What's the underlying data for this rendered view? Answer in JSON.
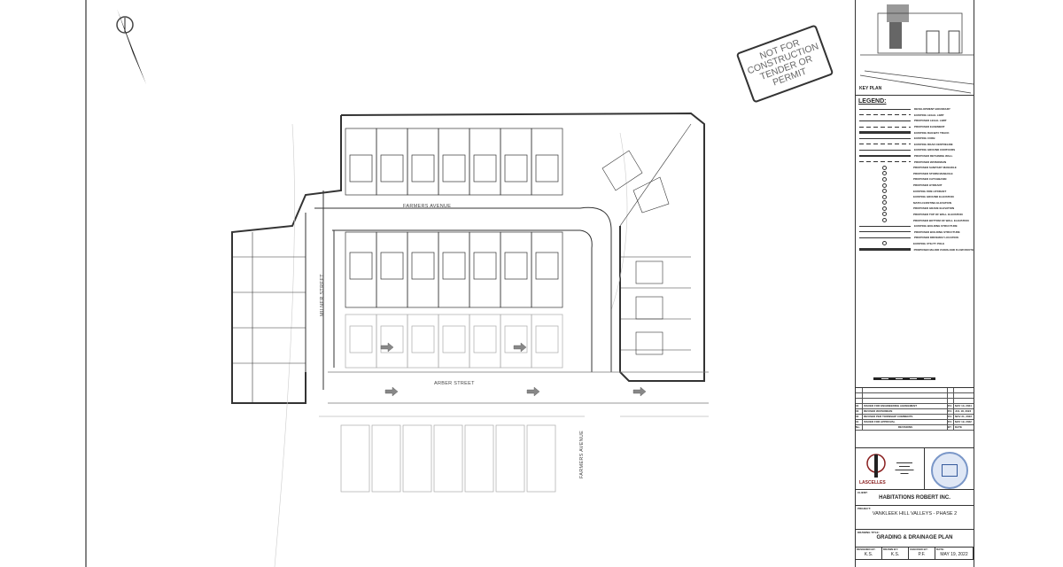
{
  "stamp": {
    "text": "NOT FOR CONSTRUCTION TENDER OR PERMIT"
  },
  "plan": {
    "streets": {
      "farmers_top": "FARMERS AVENUE",
      "milner": "MILNER STREET",
      "arber": "ARBER STREET",
      "farmers_bottom": "FARMERS AVENUE"
    }
  },
  "key_plan": {
    "label": "KEY PLAN"
  },
  "legend": {
    "title": "LEGEND:",
    "items": [
      {
        "label": "DEVELOPMENT BOUNDARY",
        "symbol": "solid"
      },
      {
        "label": "EXISTING LEGAL LIMIT",
        "symbol": "dash"
      },
      {
        "label": "PROPOSED LEGAL LIMIT",
        "symbol": "solid"
      },
      {
        "label": "PROPOSED EASEMENT",
        "symbol": "dash"
      },
      {
        "label": "EXISTING RAILWAY TRACK",
        "symbol": "thick"
      },
      {
        "label": "EXISTING CURB",
        "symbol": "solid"
      },
      {
        "label": "EXISTING ROAD CENTRELINE",
        "symbol": "dash"
      },
      {
        "label": "EXISTING GROUND CONTOURS",
        "symbol": "solid"
      },
      {
        "label": "PROPOSED RETAINING WALL",
        "symbol": "thick"
      },
      {
        "label": "PROPOSED WATERMAIN",
        "symbol": "dash"
      },
      {
        "label": "PROPOSED SANITARY MANHOLE",
        "symbol": "dot"
      },
      {
        "label": "PROPOSED STORM MANHOLE",
        "symbol": "dot"
      },
      {
        "label": "PROPOSED CATCHBASIN",
        "symbol": "dot"
      },
      {
        "label": "PROPOSED HYDRANT",
        "symbol": "dot"
      },
      {
        "label": "EXISTING FIRE HYDRANT",
        "symbol": "dot"
      },
      {
        "label": "EXISTING GROUND ELEVATION",
        "symbol": "dot"
      },
      {
        "label": "MATCH EXISTING ELEVATION",
        "symbol": "dot"
      },
      {
        "label": "PROPOSED GRADE ELEVATION",
        "symbol": "dot"
      },
      {
        "label": "PROPOSED TOP OF WALL ELEVATION",
        "symbol": "dot"
      },
      {
        "label": "PROPOSED BOTTOM OF WALL ELEVATION",
        "symbol": "dot"
      },
      {
        "label": "EXISTING BUILDING STRUCTURE",
        "symbol": "solid"
      },
      {
        "label": "PROPOSED BUILDING STRUCTURE",
        "symbol": "solid"
      },
      {
        "label": "PROPOSED DRIVEWAY LOCATION",
        "symbol": "solid"
      },
      {
        "label": "EXISTING UTILITY POLE",
        "symbol": "dot"
      },
      {
        "label": "PROPOSED MAJOR OVERLAND FLOW ROUTE",
        "symbol": "thick"
      }
    ]
  },
  "revisions": {
    "header": {
      "no": "No.",
      "desc": "REVISIONS",
      "by": "BY",
      "date": "DATE"
    },
    "rows": [
      {
        "no": "04",
        "desc": "ISSUED FOR ENGINEERING AGREEMENT",
        "by": "P.F.",
        "date": "MAY 13, 2024"
      },
      {
        "no": "03",
        "desc": "REVISED WATERMAIN",
        "by": "P.F.",
        "date": "JUL 18, 2023"
      },
      {
        "no": "02",
        "desc": "REVISED PER TOWNSHIP COMMENTS",
        "by": "P.F.",
        "date": "NOV 21, 2022"
      },
      {
        "no": "01",
        "desc": "ISSUED FOR APPROVAL",
        "by": "P.F.",
        "date": "MAY 19, 2022"
      }
    ]
  },
  "firm": {
    "name": "LASCELLES"
  },
  "client": {
    "caption": "CLIENT:",
    "name": "HABITATIONS ROBERT INC."
  },
  "project": {
    "caption": "PROJECT:",
    "name": "VANKLEEK HILL VALLEYS - PHASE 2"
  },
  "drawing": {
    "caption": "DRAWING TITLE:",
    "title": "GRADING & DRAINAGE PLAN"
  },
  "signoff": [
    {
      "caption": "DESIGNED BY:",
      "value": "K.S."
    },
    {
      "caption": "DRAWN BY:",
      "value": "K.S."
    },
    {
      "caption": "CHECKED BY:",
      "value": "P.F."
    },
    {
      "caption": "DATE:",
      "value": "MAY 19, 2022"
    }
  ],
  "colors": {
    "line": "#333333",
    "faint": "#b0b0b0",
    "firm": "#8a2020",
    "seal": "#7a97c8"
  }
}
